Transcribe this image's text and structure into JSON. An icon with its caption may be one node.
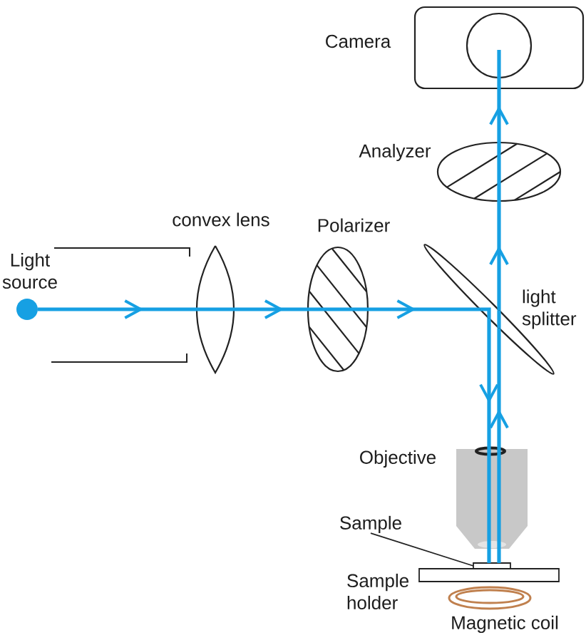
{
  "diagram": {
    "nodes": [
      {
        "text": [
          "Camera"
        ]
      },
      {
        "text": [
          "Analyzer"
        ]
      },
      {
        "text": [
          "convex lens"
        ]
      },
      {
        "text": [
          "Polarizer"
        ]
      },
      {
        "text": [
          "Light source"
        ]
      },
      {
        "text": [
          "light splitter"
        ]
      },
      {
        "text": [
          "Objective"
        ]
      },
      {
        "text": [
          "Sample"
        ]
      },
      {
        "text": [],
        "shape": "box"
      },
      {
        "text": [
          "Sample holder"
        ]
      },
      {
        "text": [
          "Magnetic coil"
        ]
      }
    ],
    "edges": [
      {
        "from": 4,
        "to": 2,
        "arrow": "to"
      },
      {
        "from": 2,
        "to": 3,
        "arrow": "to"
      },
      {
        "from": 3,
        "to": 5,
        "arrow": "to"
      },
      {
        "from": 5,
        "to": 6,
        "arrow": "to"
      },
      {
        "from": 6,
        "to": 8,
        "arrow": "none"
      },
      {
        "from": 8,
        "to": 6,
        "arrow": "none"
      },
      {
        "from": 6,
        "to": 5,
        "arrow": "to"
      },
      {
        "from": 5,
        "to": 1,
        "arrow": "to"
      },
      {
        "from": 1,
        "to": 0,
        "arrow": "to"
      },
      {
        "from": 7,
        "to": 8,
        "arrow": "none",
        "color": "#222222"
      }
    ]
  }
}
